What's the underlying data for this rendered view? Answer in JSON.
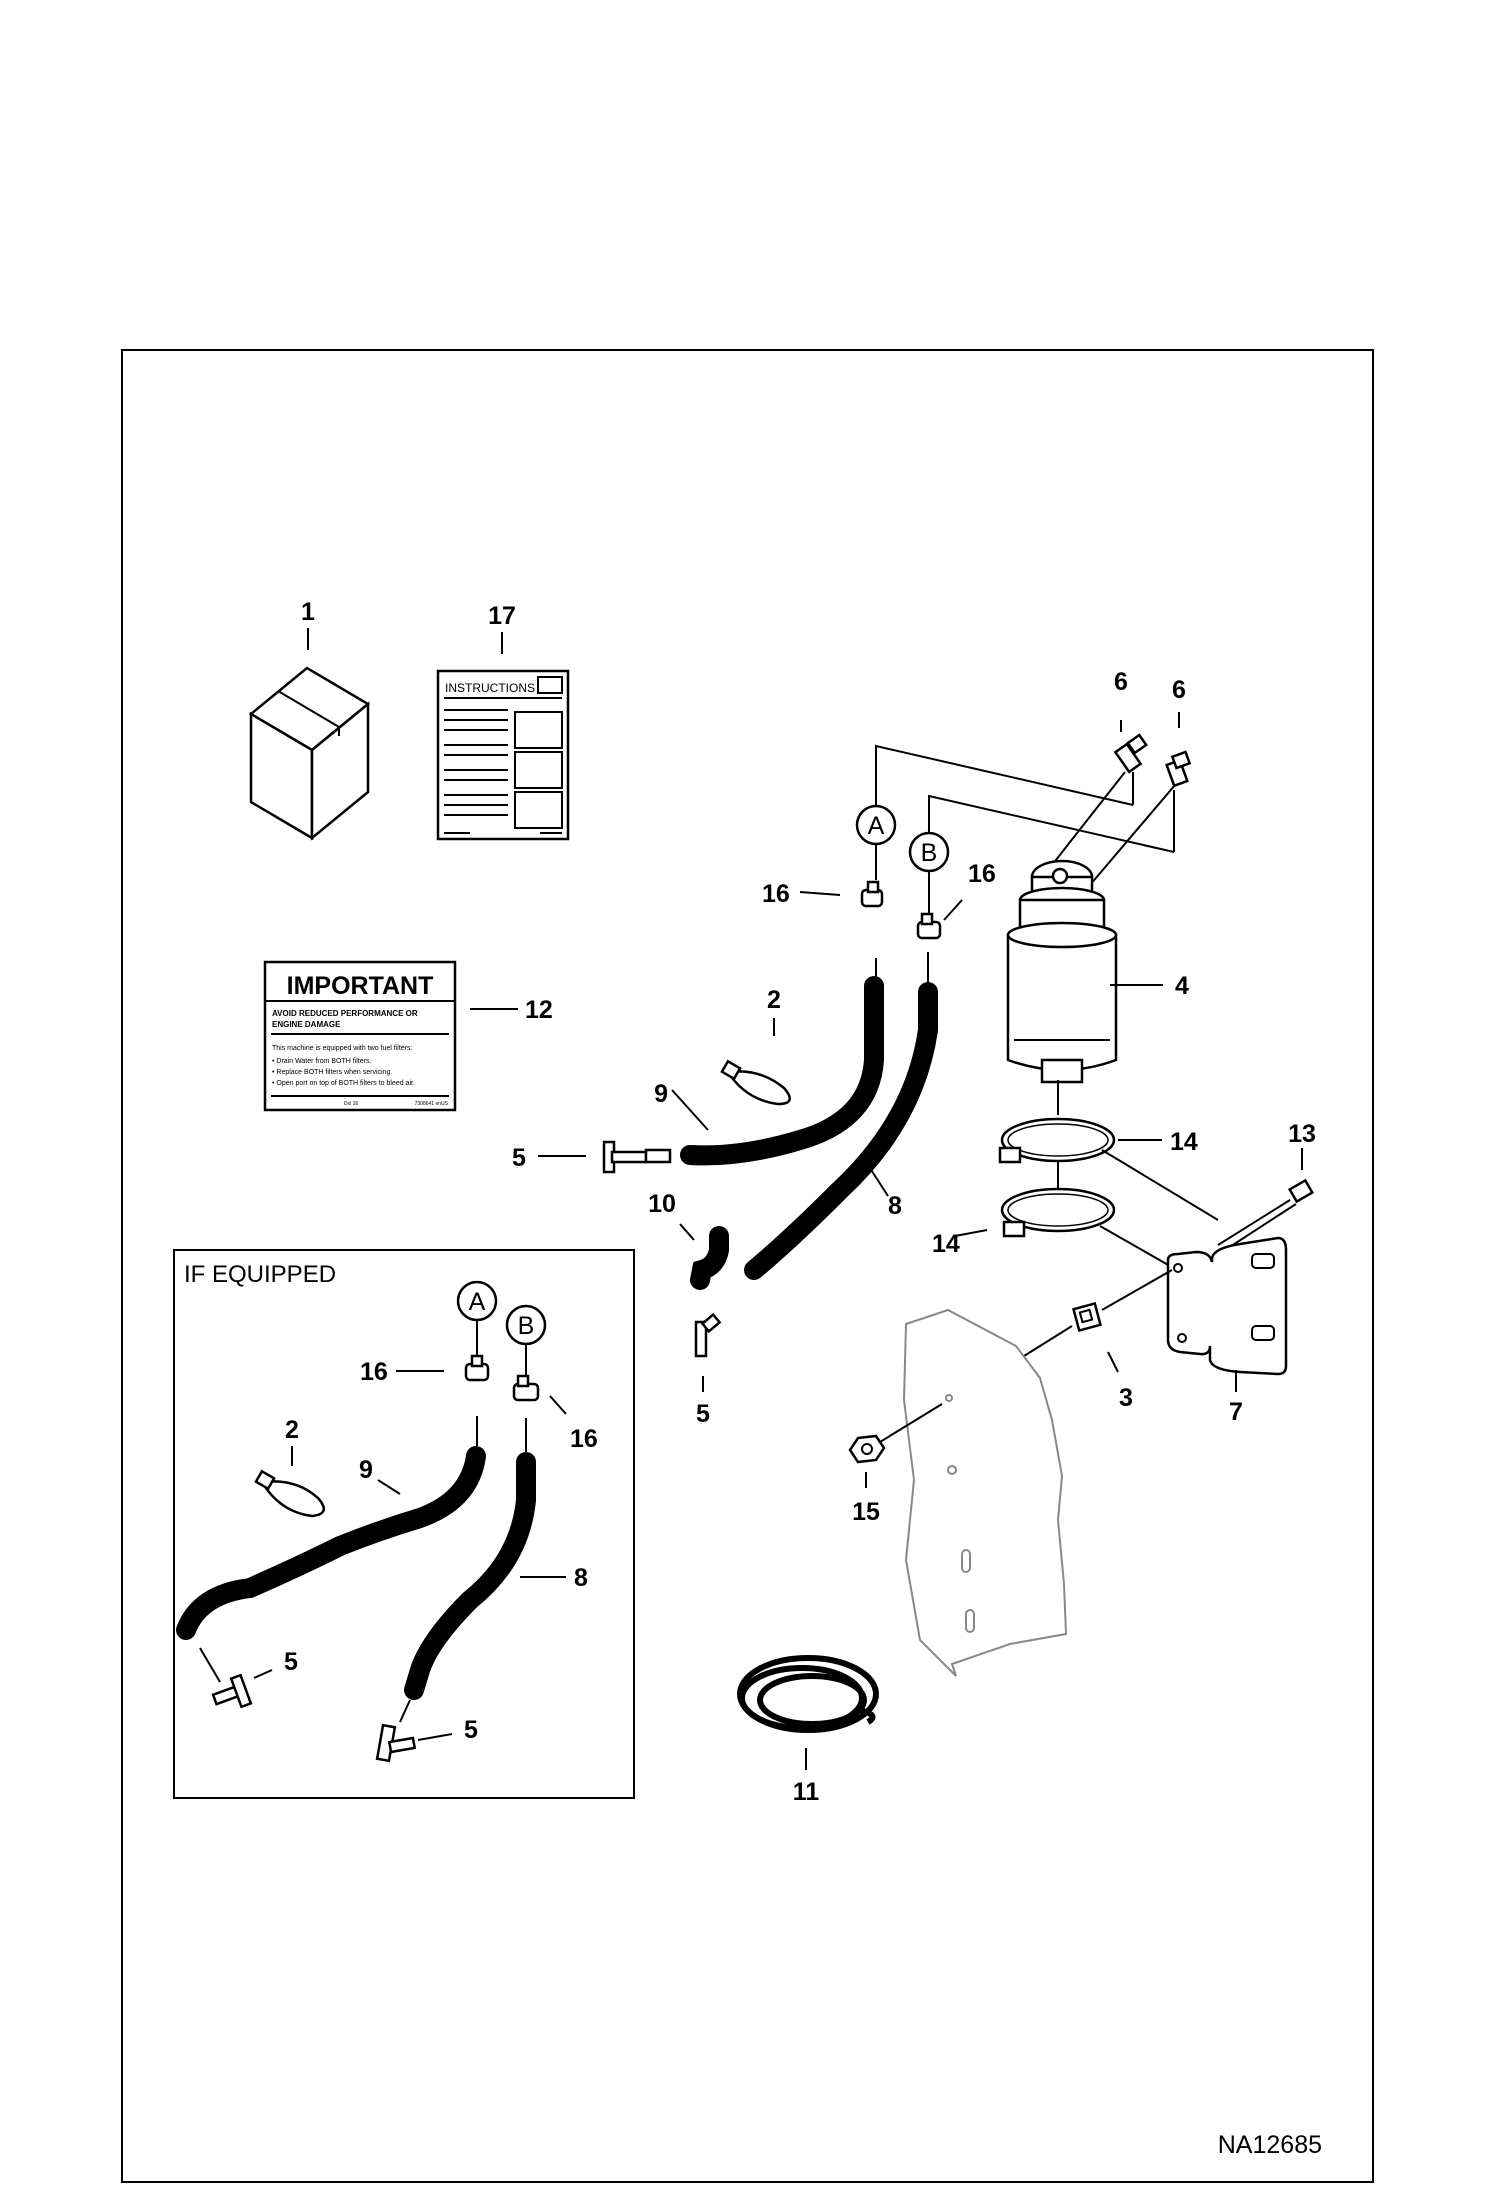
{
  "drawing_id": "NA12685",
  "if_equipped_title": "IF EQUIPPED",
  "instructions_sheet": {
    "title": "INSTRUCTIONS"
  },
  "decal": {
    "header": "IMPORTANT",
    "subheader_line1": "AVOID REDUCED PERFORMANCE OR",
    "subheader_line2": "ENGINE DAMAGE",
    "body_intro": "This machine is equipped with two fuel filters:",
    "bullet1": "• Drain Water from BOTH filters.",
    "bullet2": "• Replace BOTH filters when servicing.",
    "bullet3": "• Open port on top of BOTH filters to bleed air.",
    "footer_left": "Dxl 16",
    "footer_right": "7308641 enUS"
  },
  "connector_labels": {
    "a": "A",
    "b": "B"
  },
  "callouts": {
    "c1": "1",
    "c17": "17",
    "c6a": "6",
    "c6b": "6",
    "c16a": "16",
    "c16b": "16",
    "c4": "4",
    "c12": "12",
    "c2": "2",
    "c9": "9",
    "c5a": "5",
    "c14a": "14",
    "c13": "13",
    "c10": "10",
    "c8": "8",
    "c14b": "14",
    "c5b": "5",
    "c3": "3",
    "c7": "7",
    "c15": "15",
    "c11": "11",
    "inset_c16a": "16",
    "inset_c16b": "16",
    "inset_c2": "2",
    "inset_c9": "9",
    "inset_c8": "8",
    "inset_c5a": "5",
    "inset_c5b": "5"
  }
}
